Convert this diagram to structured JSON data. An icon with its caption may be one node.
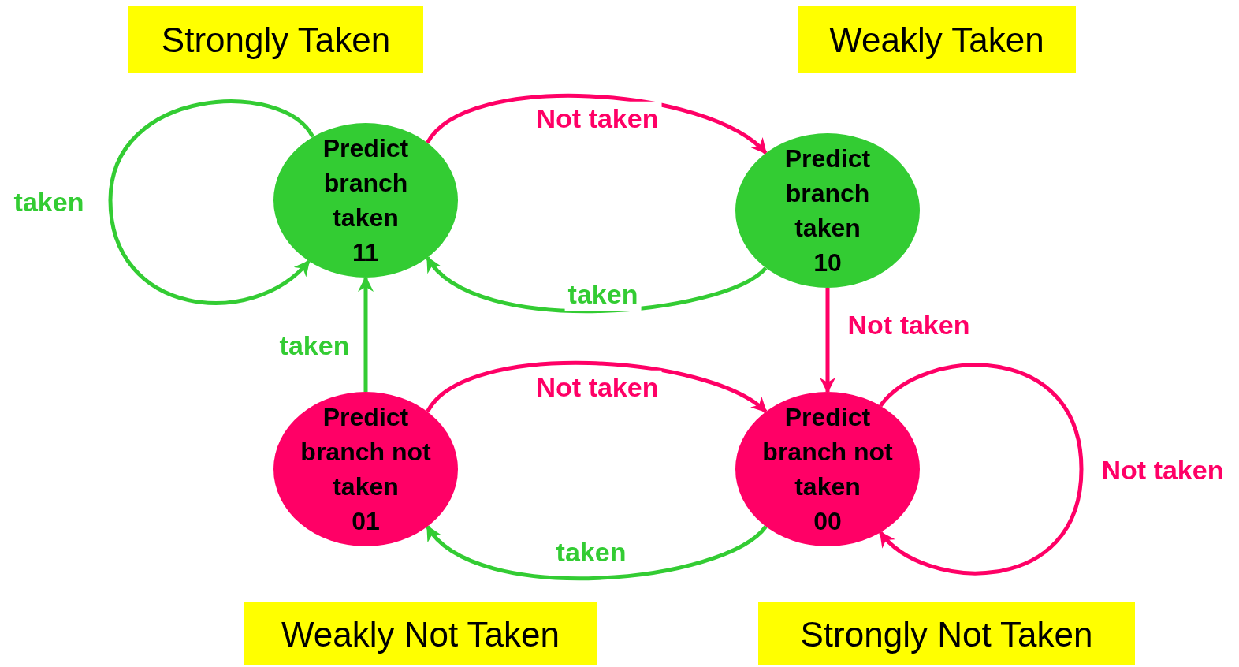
{
  "diagram": {
    "nodes": [
      {
        "text": [
          "Strongly Taken"
        ]
      },
      {
        "text": [
          "Weakly Taken"
        ]
      },
      {
        "text": [
          "Predict branch taken",
          "11"
        ]
      },
      {
        "text": [
          "Predict branch taken",
          "10"
        ]
      },
      {
        "text": [
          "Predict branch not taken",
          "01"
        ]
      },
      {
        "text": [
          "Predict branch not taken",
          "00"
        ]
      },
      {
        "text": [
          "Weakly Not Taken"
        ]
      },
      {
        "text": [
          "Strongly Not Taken"
        ]
      }
    ],
    "edges": [
      {
        "from": 2,
        "to": 2,
        "arrow": "to",
        "label": "taken",
        "color": "#33cc33"
      },
      {
        "from": 2,
        "to": 3,
        "arrow": "to",
        "label": "Not taken",
        "color": "#ff0066"
      },
      {
        "from": 3,
        "to": 2,
        "arrow": "to",
        "label": "taken",
        "color": "#33cc33"
      },
      {
        "from": 3,
        "to": 5,
        "arrow": "to",
        "label": "Not taken",
        "color": "#ff0066"
      },
      {
        "from": 4,
        "to": 2,
        "arrow": "to",
        "label": "taken",
        "color": "#33cc33"
      },
      {
        "from": 4,
        "to": 5,
        "arrow": "to",
        "label": "Not taken",
        "color": "#ff0066"
      },
      {
        "from": 5,
        "to": 4,
        "arrow": "to",
        "label": "taken",
        "color": "#33cc33"
      },
      {
        "from": 5,
        "to": 5,
        "arrow": "to",
        "label": "Not taken",
        "color": "#ff0066"
      }
    ]
  }
}
